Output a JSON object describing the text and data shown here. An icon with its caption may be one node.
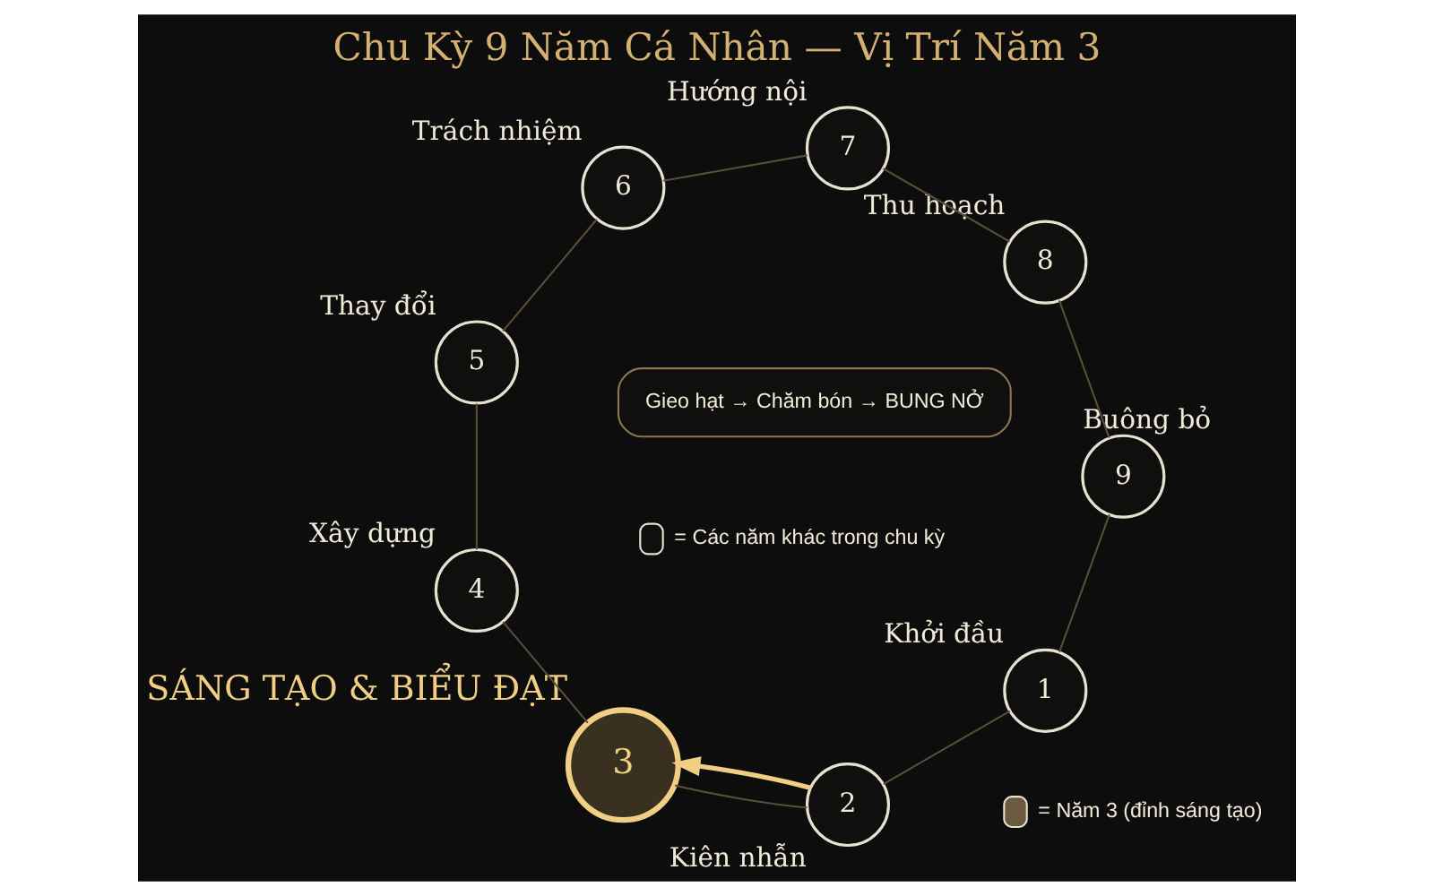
{
  "diagram": {
    "title": "Chu Kỳ 9 Năm Cá Nhân — Vị Trí Năm 3",
    "nodes": [
      {
        "text": [
          "1"
        ],
        "beside": [
          "Khởi đầu"
        ]
      },
      {
        "text": [
          "2"
        ],
        "beside": [
          "Kiên nhẫn"
        ]
      },
      {
        "text": [
          "3"
        ],
        "beside": [
          "SÁNG TẠO & BIỂU ĐẠT"
        ]
      },
      {
        "text": [
          "4"
        ],
        "beside": [
          "Xây dựng"
        ]
      },
      {
        "text": [
          "5"
        ],
        "beside": [
          "Thay đổi"
        ]
      },
      {
        "text": [
          "6"
        ],
        "beside": [
          "Trách nhiệm"
        ]
      },
      {
        "text": [
          "7"
        ],
        "beside": [
          "Hướng nội"
        ]
      },
      {
        "text": [
          "8"
        ],
        "beside": [
          "Thu hoạch"
        ]
      },
      {
        "text": [
          "9"
        ],
        "beside": [
          "Buông bỏ"
        ]
      },
      {
        "text": [
          "Gieo hạt → Chăm bón → BUNG NỞ"
        ]
      }
    ],
    "edges": [
      {
        "from": 0,
        "to": 1,
        "arrow": "none"
      },
      {
        "from": 1,
        "to": 2,
        "arrow": "none"
      },
      {
        "from": 2,
        "to": 3,
        "arrow": "none"
      },
      {
        "from": 3,
        "to": 4,
        "arrow": "none"
      },
      {
        "from": 4,
        "to": 5,
        "arrow": "none"
      },
      {
        "from": 5,
        "to": 6,
        "arrow": "none"
      },
      {
        "from": 6,
        "to": 7,
        "arrow": "none"
      },
      {
        "from": 7,
        "to": 8,
        "arrow": "none"
      },
      {
        "from": 8,
        "to": 0,
        "arrow": "none"
      },
      {
        "from": 1,
        "to": 2,
        "arrow": "to",
        "style": "thick",
        "color": "#f0cf85"
      }
    ],
    "legend": [
      {
        "text": "= Năm 3 (đỉnh sáng tạo)",
        "color": "#6b5a3e"
      },
      {
        "text": "= Các năm khác trong chu kỳ",
        "color": "#0f0f0e"
      }
    ]
  }
}
